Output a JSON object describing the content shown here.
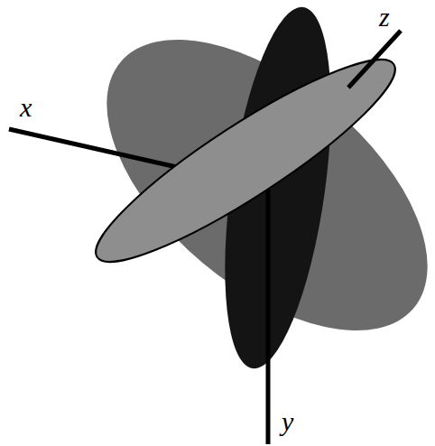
{
  "diagram": {
    "labels": [
      "x",
      "y",
      "z"
    ]
  }
}
